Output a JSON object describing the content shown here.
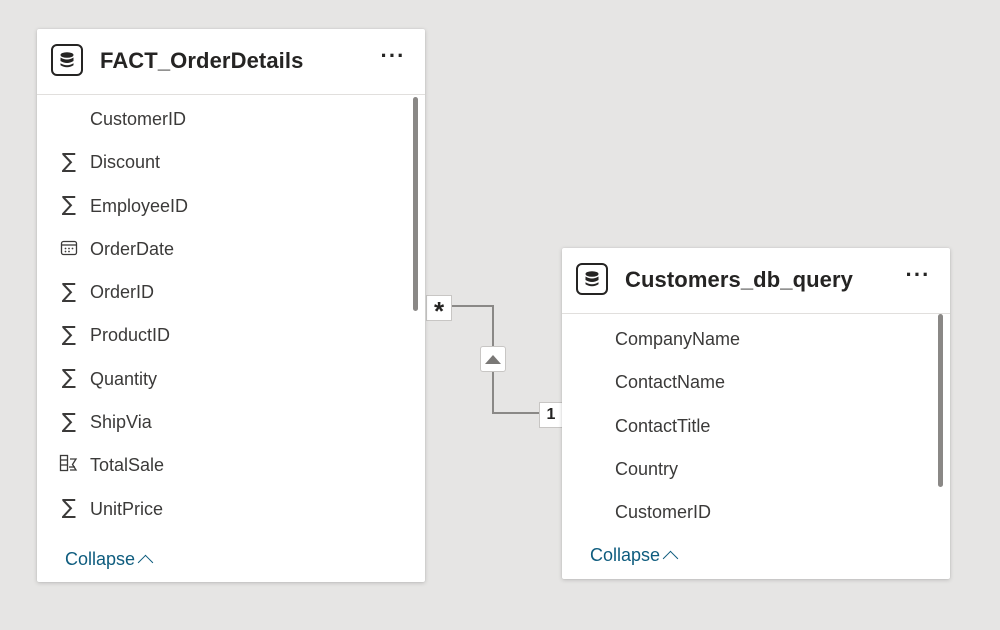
{
  "colors": {
    "canvas_background": "#e6e5e4",
    "card_background": "#ffffff",
    "text": "#252423",
    "collapse_link": "#0e5c7e",
    "relationship_line": "#8a8886"
  },
  "tables": [
    {
      "title": "FACT_OrderDetails",
      "header_icon": "table-icon",
      "more_label": "···",
      "fields": [
        {
          "label": "CustomerID",
          "icon": "none"
        },
        {
          "label": "Discount",
          "icon": "sigma-icon"
        },
        {
          "label": "EmployeeID",
          "icon": "sigma-icon"
        },
        {
          "label": "OrderDate",
          "icon": "calendar-icon"
        },
        {
          "label": "OrderID",
          "icon": "sigma-icon"
        },
        {
          "label": "ProductID",
          "icon": "sigma-icon"
        },
        {
          "label": "Quantity",
          "icon": "sigma-icon"
        },
        {
          "label": "ShipVia",
          "icon": "sigma-icon"
        },
        {
          "label": "TotalSale",
          "icon": "calculated-column-icon"
        },
        {
          "label": "UnitPrice",
          "icon": "sigma-icon"
        }
      ],
      "collapse_label": "Collapse"
    },
    {
      "title": "Customers_db_query",
      "header_icon": "table-icon",
      "more_label": "···",
      "fields": [
        {
          "label": "CompanyName",
          "icon": "none"
        },
        {
          "label": "ContactName",
          "icon": "none"
        },
        {
          "label": "ContactTitle",
          "icon": "none"
        },
        {
          "label": "Country",
          "icon": "none"
        },
        {
          "label": "CustomerID",
          "icon": "none"
        }
      ],
      "collapse_label": "Collapse"
    }
  ],
  "relationship": {
    "from_cardinality": "*",
    "to_cardinality": "1",
    "cross_filter_icon": "arrow-up-icon"
  }
}
